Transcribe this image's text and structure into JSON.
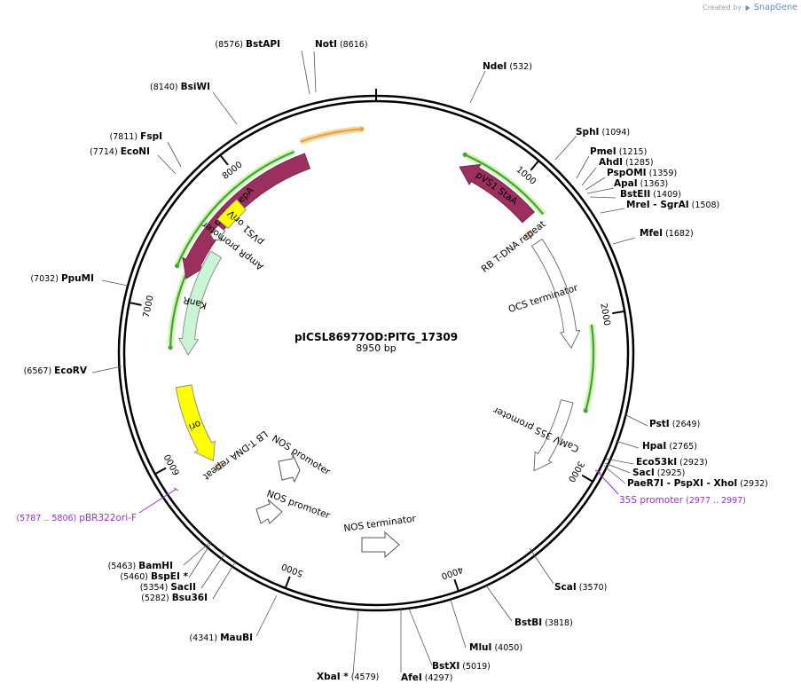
{
  "credit": {
    "prefix": "Created by",
    "brand": "SnapGene"
  },
  "plasmid": {
    "name": "pICSL86977OD:PITG_17309",
    "size": "8950 bp",
    "length": 8950
  },
  "position_ticks": [
    "1000",
    "2000",
    "3000",
    "4000",
    "5000",
    "6000",
    "7000",
    "8000"
  ],
  "features": [
    {
      "id": "pvs1-repa",
      "label": "pVS1 RepA",
      "start": 7245,
      "end": 8460,
      "dir": "rev",
      "color": "#9b2f5e",
      "text_color": "#ffffff"
    },
    {
      "id": "pvs1-staa",
      "label": "pVS1 StaA",
      "start": 600,
      "end": 1200,
      "dir": "rev",
      "color": "#9b2f5e",
      "text_color": "#ffffff"
    },
    {
      "id": "pvs1-oriv",
      "label": "pVS1 oriV",
      "start": 7710,
      "end": 7900,
      "dir": "none",
      "color": "#ffff00"
    },
    {
      "id": "ampr-promoter",
      "label": "AmpR promoter",
      "start": 7580,
      "end": 7680,
      "dir": "rev",
      "color": "#ffffff"
    },
    {
      "id": "kanr",
      "label": "KanR",
      "start": 6700,
      "end": 7500,
      "dir": "rev",
      "color": "#c9f5d4"
    },
    {
      "id": "ori",
      "label": "ori",
      "start": 5880,
      "end": 6470,
      "dir": "rev",
      "color": "#ffff00"
    },
    {
      "id": "lb-repeat",
      "label": "LB T-DNA repeat",
      "start": 5800,
      "end": 5840,
      "dir": "none",
      "color": "#f5cfa0"
    },
    {
      "id": "rb-repeat",
      "label": "RB T-DNA repeat",
      "start": 1280,
      "end": 1320,
      "dir": "none",
      "color": "#f5cfa0"
    },
    {
      "id": "ocs-terminator",
      "label": "OCS terminator",
      "start": 1380,
      "end": 2200,
      "dir": "fwd",
      "color": "#ffffff"
    },
    {
      "id": "camv-35s",
      "label": "CaMV 35S promoter",
      "start": 2590,
      "end": 3150,
      "dir": "fwd",
      "color": "#ffffff"
    }
  ],
  "loose_features": [
    {
      "id": "nos-promoter-1",
      "label": "NOS promoter",
      "color": "#ffffff"
    },
    {
      "id": "nos-promoter-2",
      "label": "NOS promoter",
      "color": "#ffffff"
    },
    {
      "id": "nos-terminator",
      "label": "NOS terminator",
      "color": "#ffffff"
    }
  ],
  "orfs": [
    {
      "id": "orf-top",
      "start": 8460,
      "end": 8860,
      "dir": "fwd",
      "color": "#e8a33b"
    },
    {
      "id": "orf-repa-green",
      "start": 7300,
      "end": 8400,
      "dir": "rev",
      "color": "#3fa33b"
    },
    {
      "id": "orf-staa-green",
      "start": 600,
      "end": 1250,
      "dir": "rev",
      "color": "#3fa33b"
    },
    {
      "id": "orf-kan-green",
      "start": 6750,
      "end": 7400,
      "dir": "rev",
      "color": "#3fa33b"
    },
    {
      "id": "orf-right-green",
      "start": 2050,
      "end": 2620,
      "dir": "fwd",
      "color": "#3fa33b"
    }
  ],
  "enzymes": [
    {
      "name": "BstAPI",
      "pos": "(8576)"
    },
    {
      "name": "NotI",
      "pos": "(8616)"
    },
    {
      "name": "NdeI",
      "pos": "(532)"
    },
    {
      "name": "BsiWI",
      "pos": "(8140)"
    },
    {
      "name": "SphI",
      "pos": "(1094)"
    },
    {
      "name": "PmeI",
      "pos": "(1215)"
    },
    {
      "name": "AhdI",
      "pos": "(1285)"
    },
    {
      "name": "PspOMI",
      "pos": "(1359)"
    },
    {
      "name": "ApaI",
      "pos": "(1363)"
    },
    {
      "name": "BstEII",
      "pos": "(1409)"
    },
    {
      "name": "MreI - SgrAI",
      "pos": "(1508)"
    },
    {
      "name": "FspI",
      "pos": "(7811)"
    },
    {
      "name": "EcoNI",
      "pos": "(7714)"
    },
    {
      "name": "MfeI",
      "pos": "(1682)"
    },
    {
      "name": "PpuMI",
      "pos": "(7032)"
    },
    {
      "name": "EcoRV",
      "pos": "(6567)"
    },
    {
      "name": "PstI",
      "pos": "(2649)"
    },
    {
      "name": "HpaI",
      "pos": "(2765)"
    },
    {
      "name": "Eco53kI",
      "pos": "(2923)"
    },
    {
      "name": "SacI",
      "pos": "(2925)"
    },
    {
      "name": "PaeR7I - PspXI - XhoI",
      "pos": "(2932)"
    },
    {
      "name": "BamHI",
      "pos": "(5463)"
    },
    {
      "name": "BspEI *",
      "pos": "(5460)"
    },
    {
      "name": "SacII",
      "pos": "(5354)"
    },
    {
      "name": "Bsu36I",
      "pos": "(5282)"
    },
    {
      "name": "ScaI",
      "pos": "(3570)"
    },
    {
      "name": "BstBI",
      "pos": "(3818)"
    },
    {
      "name": "MluI",
      "pos": "(4050)"
    },
    {
      "name": "BstXI",
      "pos": "(5019)"
    },
    {
      "name": "AfeI",
      "pos": "(4297)"
    },
    {
      "name": "MauBI",
      "pos": "(4341)"
    },
    {
      "name": "XbaI *",
      "pos": "(4579)"
    }
  ],
  "primers": [
    {
      "name": "pBR322ori-F",
      "range": "(5787 .. 5806)"
    },
    {
      "name": "35S promoter",
      "range": "(2977 .. 2997)"
    }
  ]
}
